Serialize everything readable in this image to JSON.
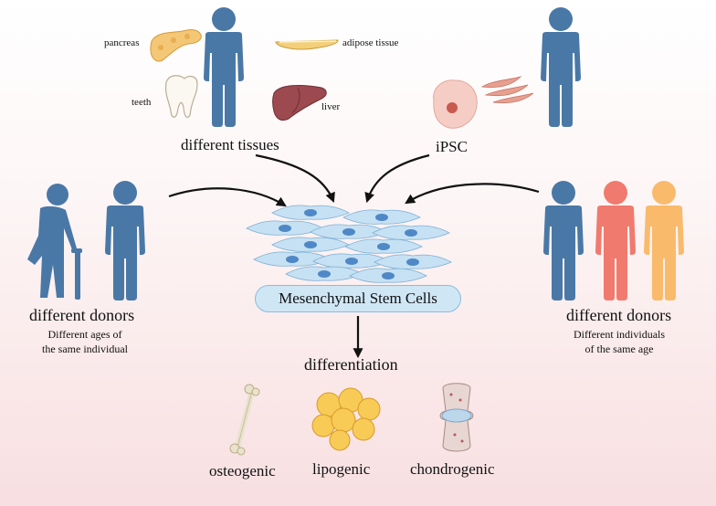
{
  "top_left": {
    "pancreas": "pancreas",
    "adipose": "adipose tissue",
    "teeth": "teeth",
    "liver": "liver",
    "title": "different tissues"
  },
  "top_right": {
    "title": "iPSC"
  },
  "center": {
    "label": "Mesenchymal Stem Cells",
    "differentiation": "differentiation"
  },
  "left_donors": {
    "title": "different donors",
    "line1": "Different ages of",
    "line2": "the same individual"
  },
  "right_donors": {
    "title": "different donors",
    "line1": "Different individuals",
    "line2": "of the same age"
  },
  "outcomes": {
    "osteo": "osteogenic",
    "lipo": "lipogenic",
    "chondro": "chondrogenic"
  },
  "colors": {
    "person_blue": "#4a78a6",
    "person_red": "#f07a6e",
    "person_orange": "#f9bb6b",
    "cell_blue": "#b9d9f0"
  }
}
